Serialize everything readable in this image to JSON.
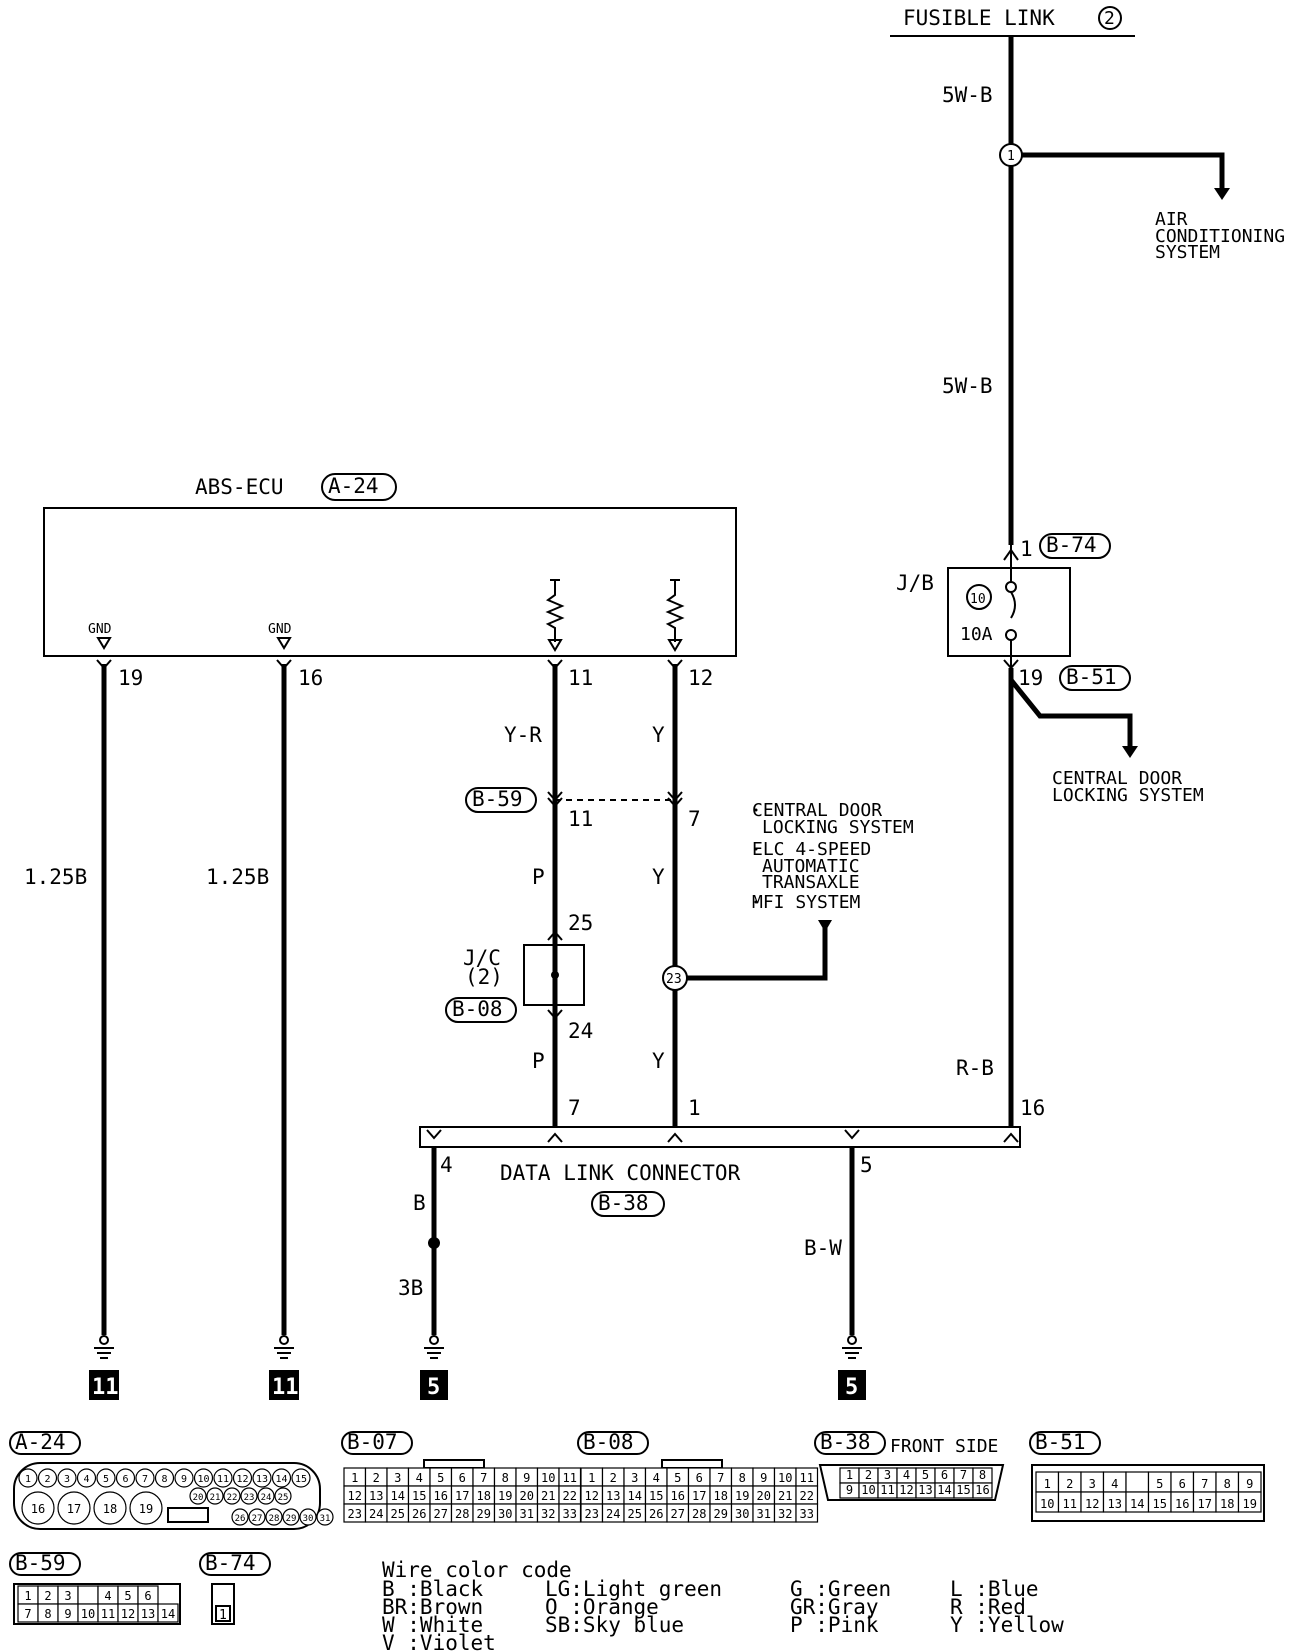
{
  "top": {
    "fusible_link": "FUSIBLE LINK",
    "fusible_link_num": "2",
    "wire_5wb": "5W-B",
    "junction_1": "1",
    "air_cond": [
      "AIR",
      "CONDITIONING",
      "SYSTEM"
    ]
  },
  "abs_ecu": {
    "title": "ABS-ECU",
    "conn": "A-24",
    "gnd": "GND",
    "pins": [
      "19",
      "16",
      "11",
      "12"
    ]
  },
  "wires": {
    "w_125b": "1.25B",
    "w_yr": "Y-R",
    "w_y": "Y",
    "w_p": "P",
    "w_rb": "R-B",
    "w_b": "B",
    "w_3b": "3B",
    "w_bw": "B-W"
  },
  "b59": {
    "conn": "B-59",
    "pin11": "11",
    "pin7": "7"
  },
  "jc": {
    "label1": "J/C",
    "label2": "(2)",
    "conn": "B-08",
    "pin25": "25",
    "pin24": "24"
  },
  "junction23": "23",
  "systems": [
    "CENTRAL DOOR",
    "LOCKING SYSTEM",
    "ELC 4-SPEED",
    "AUTOMATIC",
    "TRANSAXLE",
    "MFI SYSTEM"
  ],
  "jb": {
    "label": "J/B",
    "fuse_num": "10",
    "fuse_amp": "10A",
    "pin_top": "1",
    "conn_top": "B-74",
    "pin_bot": "19",
    "conn_bot": "B-51"
  },
  "central_door": [
    "CENTRAL DOOR",
    "LOCKING SYSTEM"
  ],
  "dlc": {
    "title": "DATA LINK CONNECTOR",
    "conn": "B-38",
    "pins": [
      "4",
      "7",
      "1",
      "5",
      "16"
    ]
  },
  "grounds": [
    "11",
    "11",
    "5",
    "5"
  ],
  "connectors": {
    "a24": "A-24",
    "b07": "B-07",
    "b08": "B-08",
    "b38": "B-38",
    "front_side": "FRONT SIDE",
    "b51": "B-51",
    "b59": "B-59",
    "b74": "B-74"
  },
  "color_code": {
    "title": "Wire color code",
    "entries": [
      "B :Black",
      "LG:Light green",
      "G :Green",
      "L :Blue",
      "BR:Brown",
      "O :Orange",
      "GR:Gray",
      "R :Red",
      "W :White",
      "SB:Sky blue",
      "P :Pink",
      "Y :Yellow",
      "V :Violet"
    ]
  }
}
